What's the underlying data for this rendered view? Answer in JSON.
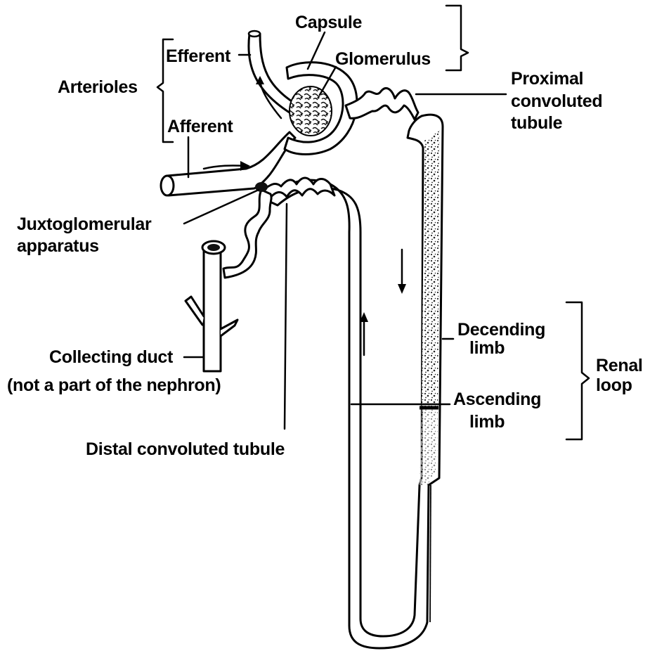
{
  "labels": {
    "capsule": "Capsule",
    "glomerulus": "Glomerulus",
    "efferent": "Efferent",
    "arterioles": "Arterioles",
    "afferent": "Afferent",
    "proximal_1": "Proximal",
    "proximal_2": "convoluted",
    "proximal_3": "tubule",
    "juxta_1": "Juxtoglomerular",
    "juxta_2": "apparatus",
    "collecting_1": "Collecting duct",
    "collecting_2": "(not a part of the nephron)",
    "distal": "Distal convoluted tubule",
    "descending_1": "Decending",
    "descending_2": "limb",
    "ascending_1": "Ascending",
    "ascending_2": "limb",
    "renal_1": "Renal",
    "renal_2": "loop"
  }
}
